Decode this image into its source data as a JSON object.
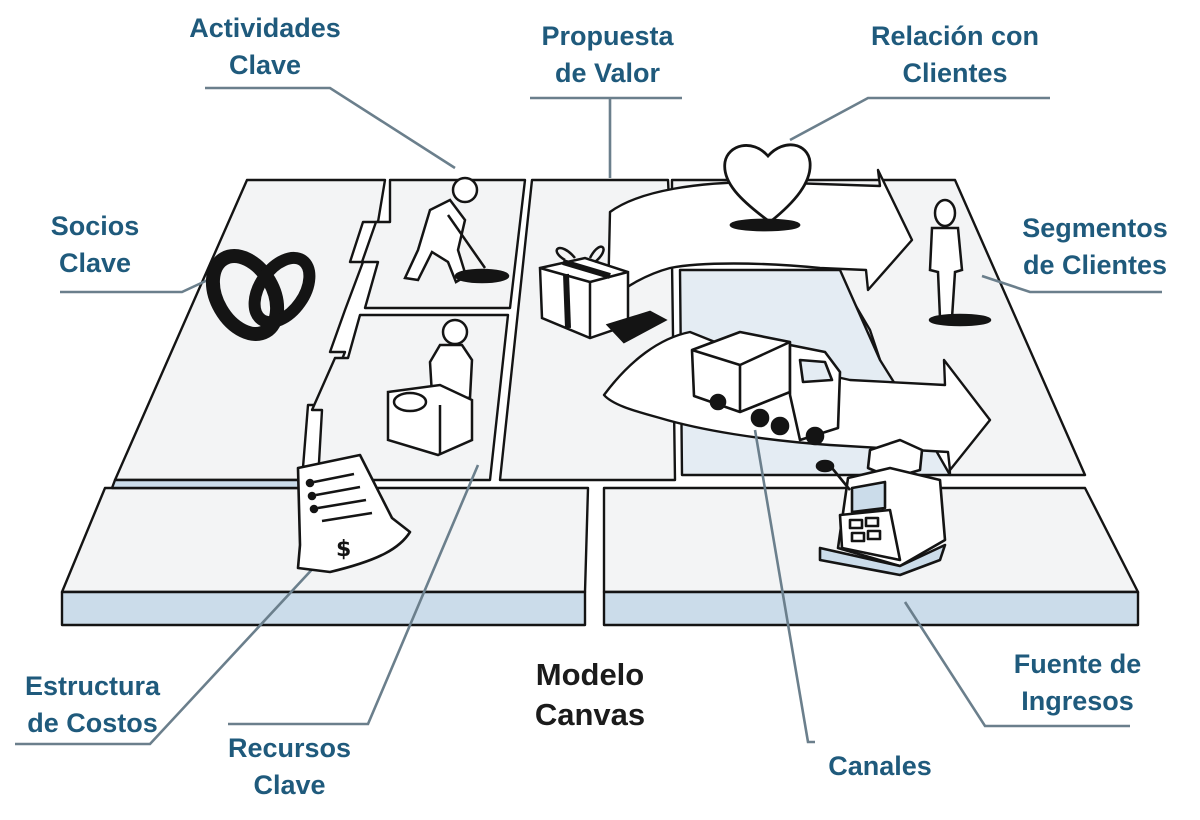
{
  "labels": {
    "actividades_clave": [
      "Actividades",
      "Clave"
    ],
    "propuesta_de_valor": [
      "Propuesta",
      "de Valor"
    ],
    "relacion_con_clientes": [
      "Relación con",
      "Clientes"
    ],
    "socios_clave": [
      "Socios",
      "Clave"
    ],
    "segmentos_de_clientes": [
      "Segmentos",
      "de Clientes"
    ],
    "estructura_de_costos": [
      "Estructura",
      "de Costos"
    ],
    "recursos_clave": [
      "Recursos",
      "Clave"
    ],
    "fuente_de_ingresos": [
      "Fuente de",
      "Ingresos"
    ],
    "canales": [
      "Canales"
    ]
  },
  "center_title": [
    "Modelo",
    "Canvas"
  ],
  "colors": {
    "label_text": "#1f5a7c",
    "title_text": "#1b1b1b",
    "leader_line": "#6b7f8c",
    "board_fill": "#f3f4f5",
    "board_side": "#cbdcea",
    "ink": "#141414"
  },
  "icons": {
    "socios_clave": "chain-link-icon",
    "actividades_clave": "person-digging-icon",
    "recursos_clave": "person-with-box-icon",
    "propuesta_de_valor": "gift-box-icon",
    "relacion_con_clientes": "heart-icon",
    "segmentos_de_clientes": "standing-person-icon",
    "canales": "delivery-truck-icon",
    "fuente_de_ingresos": "cash-register-icon",
    "estructura_de_costos": "invoice-document-icon"
  }
}
